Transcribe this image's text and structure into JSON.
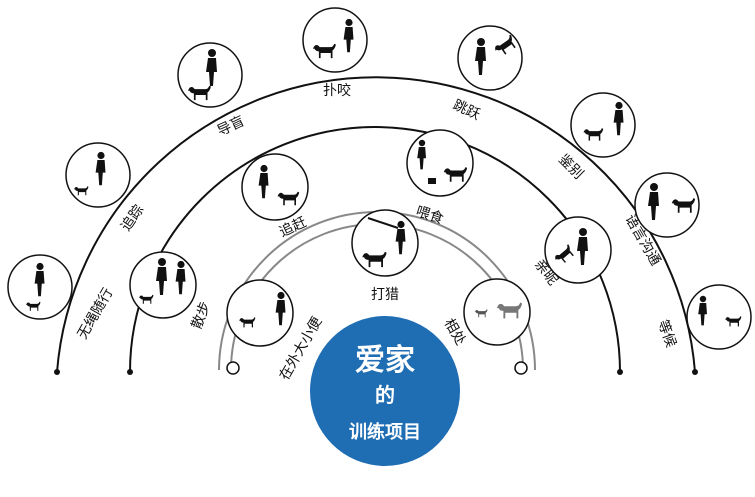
{
  "center": {
    "line1": "爱家",
    "line2": "的",
    "line3": "训练项目",
    "color": "#1f6db3"
  },
  "arcs": {
    "inner": [
      "在外大小便",
      "打猎",
      "相处"
    ],
    "middle": [
      "散步",
      "追赶",
      "喂食",
      "亲昵"
    ],
    "outer": [
      "无绳随行",
      "追踪",
      "导盲",
      "扑咬",
      "跳跃",
      "鉴别",
      "语言沟通",
      "等候"
    ]
  }
}
